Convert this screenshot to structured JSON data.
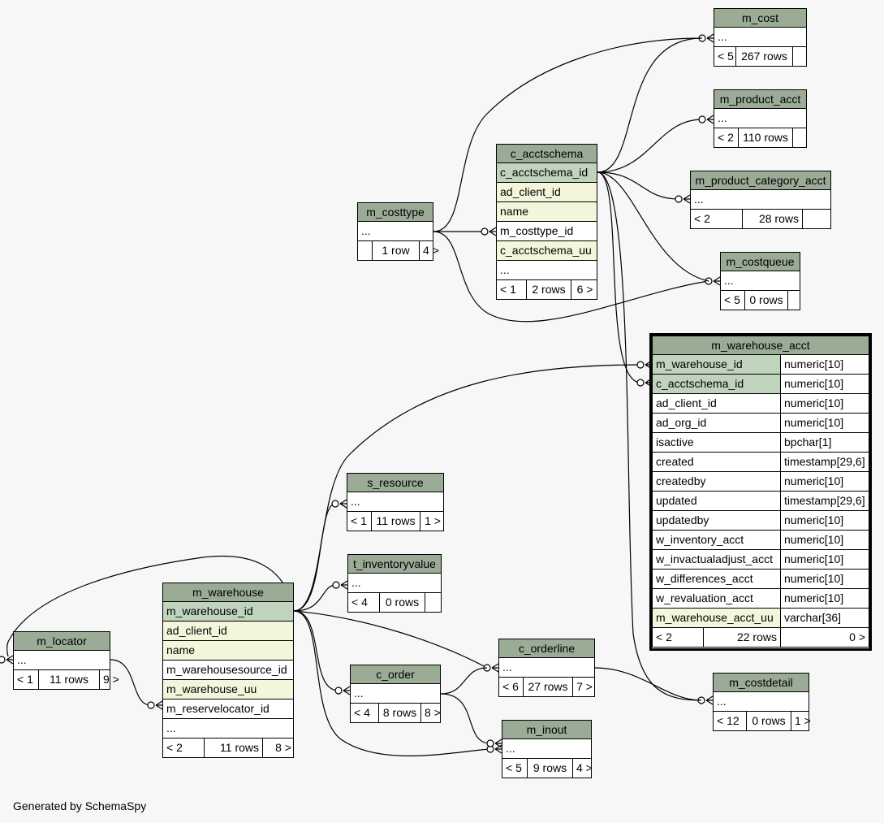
{
  "footer": "Generated by SchemaSpy",
  "colors": {
    "header": "#9aab96",
    "primary_key": "#bfd3bd",
    "indexed": "#f4f6dc",
    "background": "#f7f7f7"
  },
  "tables": {
    "m_cost": {
      "name": "m_cost",
      "rows": [
        "..."
      ],
      "stats": [
        "< 5",
        "267 rows",
        ""
      ]
    },
    "m_product_acct": {
      "name": "m_product_acct",
      "rows": [
        "..."
      ],
      "stats": [
        "< 2",
        "110 rows",
        ""
      ]
    },
    "m_product_category_acct": {
      "name": "m_product_category_acct",
      "rows": [
        "..."
      ],
      "stats": [
        "< 2",
        "28 rows",
        ""
      ]
    },
    "c_acctschema": {
      "name": "c_acctschema",
      "rows": [
        "c_acctschema_id",
        "ad_client_id",
        "name",
        "m_costtype_id",
        "c_acctschema_uu",
        "..."
      ],
      "stats": [
        "< 1",
        "2 rows",
        "6 >"
      ]
    },
    "m_costtype": {
      "name": "m_costtype",
      "rows": [
        "..."
      ],
      "stats": [
        "",
        "1 row",
        "4 >"
      ]
    },
    "m_costqueue": {
      "name": "m_costqueue",
      "rows": [
        "..."
      ],
      "stats": [
        "< 5",
        "0 rows",
        ""
      ]
    },
    "m_warehouse_acct": {
      "name": "m_warehouse_acct",
      "columns": [
        {
          "name": "m_warehouse_id",
          "type": "numeric[10]"
        },
        {
          "name": "c_acctschema_id",
          "type": "numeric[10]"
        },
        {
          "name": "ad_client_id",
          "type": "numeric[10]"
        },
        {
          "name": "ad_org_id",
          "type": "numeric[10]"
        },
        {
          "name": "isactive",
          "type": "bpchar[1]"
        },
        {
          "name": "created",
          "type": "timestamp[29,6]"
        },
        {
          "name": "createdby",
          "type": "numeric[10]"
        },
        {
          "name": "updated",
          "type": "timestamp[29,6]"
        },
        {
          "name": "updatedby",
          "type": "numeric[10]"
        },
        {
          "name": "w_inventory_acct",
          "type": "numeric[10]"
        },
        {
          "name": "w_invactualadjust_acct",
          "type": "numeric[10]"
        },
        {
          "name": "w_differences_acct",
          "type": "numeric[10]"
        },
        {
          "name": "w_revaluation_acct",
          "type": "numeric[10]"
        },
        {
          "name": "m_warehouse_acct_uu",
          "type": "varchar[36]"
        }
      ],
      "stats": [
        "< 2",
        "22 rows",
        "0 >"
      ]
    },
    "s_resource": {
      "name": "s_resource",
      "rows": [
        "..."
      ],
      "stats": [
        "< 1",
        "11 rows",
        "1 >"
      ]
    },
    "t_inventoryvalue": {
      "name": "t_inventoryvalue",
      "rows": [
        "..."
      ],
      "stats": [
        "< 4",
        "0 rows",
        ""
      ]
    },
    "m_warehouse": {
      "name": "m_warehouse",
      "rows": [
        "m_warehouse_id",
        "ad_client_id",
        "name",
        "m_warehousesource_id",
        "m_warehouse_uu",
        "m_reservelocator_id",
        "..."
      ],
      "stats": [
        "< 2",
        "11 rows",
        "8 >"
      ]
    },
    "m_locator": {
      "name": "m_locator",
      "rows": [
        "..."
      ],
      "stats": [
        "< 1",
        "11 rows",
        "9 >"
      ]
    },
    "c_order": {
      "name": "c_order",
      "rows": [
        "..."
      ],
      "stats": [
        "< 4",
        "8 rows",
        "8 >"
      ]
    },
    "c_orderline": {
      "name": "c_orderline",
      "rows": [
        "..."
      ],
      "stats": [
        "< 6",
        "27 rows",
        "7 >"
      ]
    },
    "m_inout": {
      "name": "m_inout",
      "rows": [
        "..."
      ],
      "stats": [
        "< 5",
        "9 rows",
        "4 >"
      ]
    },
    "m_costdetail": {
      "name": "m_costdetail",
      "rows": [
        "..."
      ],
      "stats": [
        "< 12",
        "0 rows",
        "1 >"
      ]
    }
  }
}
